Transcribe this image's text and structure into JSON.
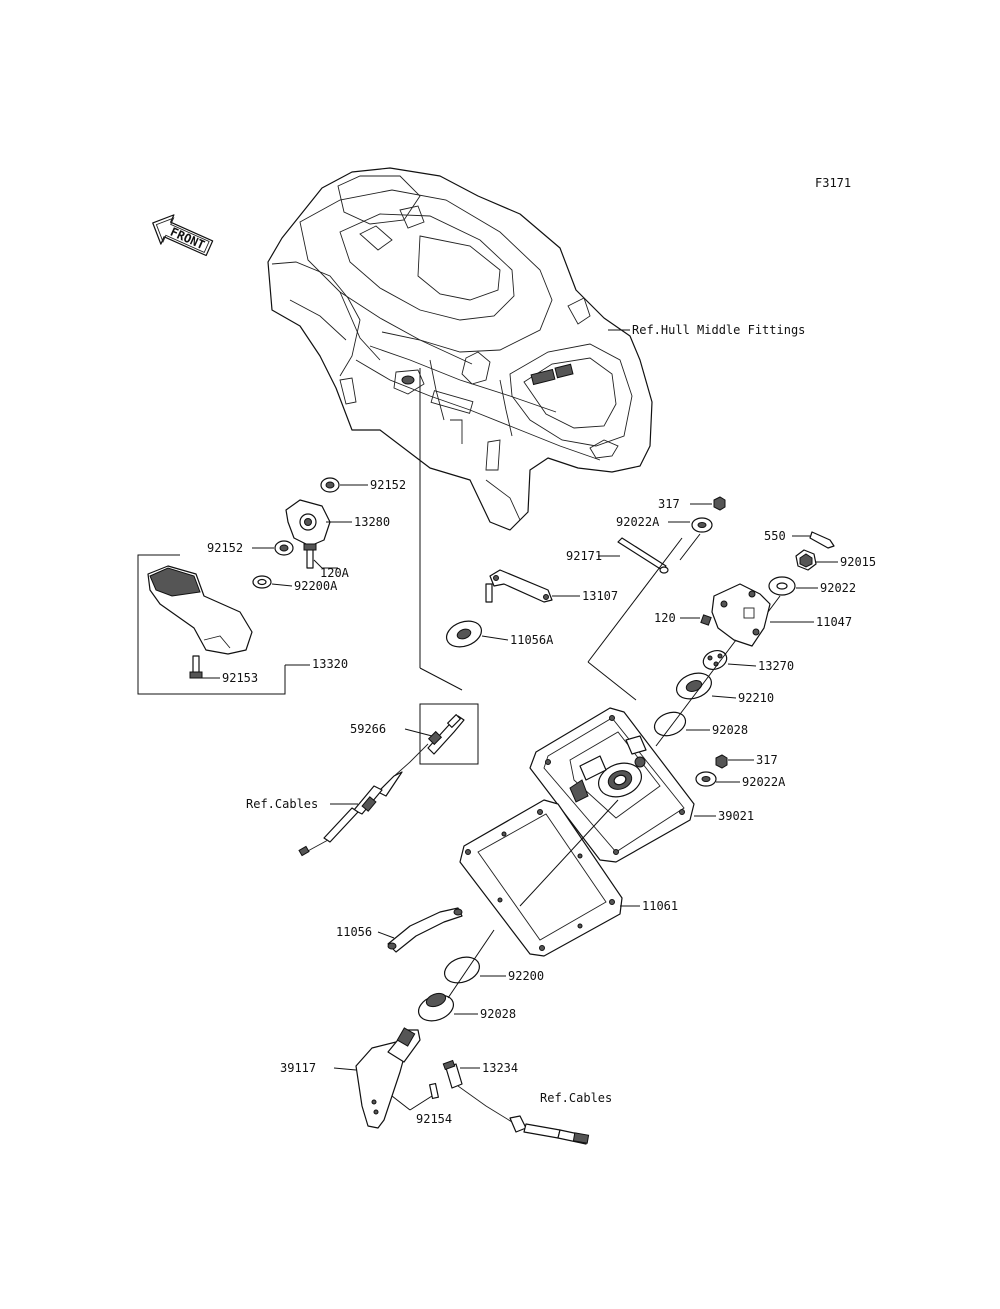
{
  "figure_code": "F3171",
  "front_arrow_label": "FRONT",
  "callouts": {
    "ref_hull": "Ref.Hull Middle Fittings",
    "p92152_top": "92152",
    "p13280": "13280",
    "p92152_left": "92152",
    "p120A": "120A",
    "p92200A": "92200A",
    "p13320": "13320",
    "p92153": "92153",
    "p13107": "13107",
    "p11056A": "11056A",
    "p59266": "59266",
    "ref_cables_top": "Ref.Cables",
    "p317_top": "317",
    "p92022A_top": "92022A",
    "p92171": "92171",
    "p550": "550",
    "p92015": "92015",
    "p92022": "92022",
    "p120": "120",
    "p11047": "11047",
    "p13270": "13270",
    "p92210": "92210",
    "p92028_top": "92028",
    "p317_mid": "317",
    "p92022A_mid": "92022A",
    "p39021": "39021",
    "p11061": "11061",
    "p11056": "11056",
    "p92200": "92200",
    "p92028_bottom": "92028",
    "p39117": "39117",
    "p13234": "13234",
    "p92154": "92154",
    "ref_cables_bottom": "Ref.Cables"
  }
}
